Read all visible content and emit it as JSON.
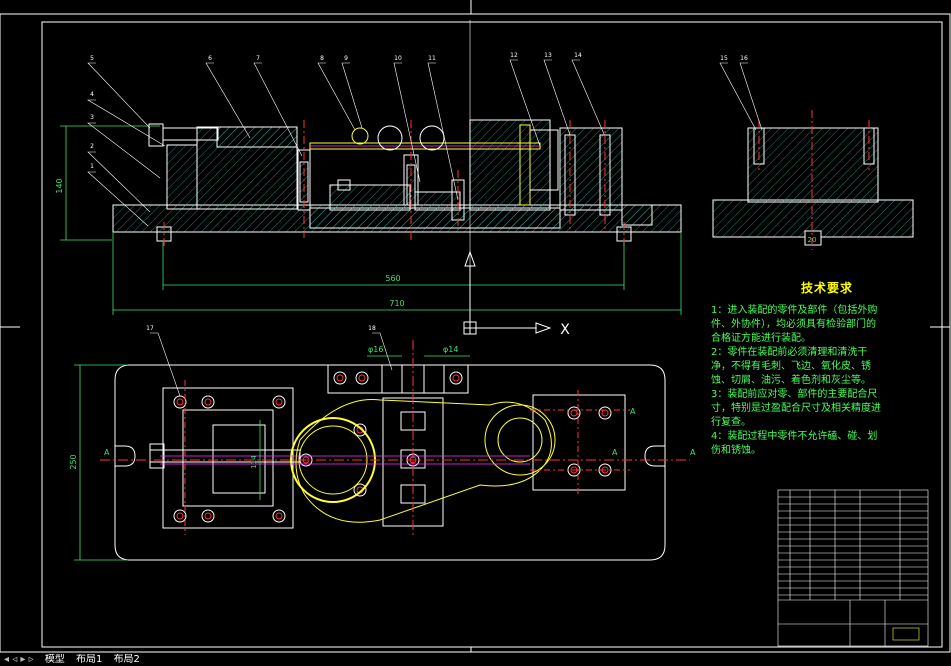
{
  "drawing": {
    "dim_height_front": "140",
    "dim_560": "560",
    "dim_710": "710",
    "dim_250": "250",
    "dim_114": "114",
    "dim_bore_left": "φ16",
    "dim_bore_right": "φ14",
    "side_dim": "20",
    "axis_x": "X",
    "section_mark": "A",
    "balloons_front": [
      "1",
      "2",
      "3",
      "4",
      "5",
      "6",
      "7",
      "8",
      "9",
      "10",
      "11",
      "12",
      "13",
      "14"
    ],
    "balloons_side": [
      "15",
      "16"
    ],
    "balloons_plan": [
      "17",
      "18"
    ]
  },
  "tech_requirements": {
    "title": "技术要求",
    "lines": [
      "1：进入装配的零件及部件（包括外购",
      "件、外协件），均必须具有检验部门的",
      "合格证方能进行装配。",
      "2：零件在装配前必须清理和清洗干",
      "净，不得有毛刺、飞边、氧化皮、锈",
      "蚀、切屑、油污、着色剂和灰尘等。",
      "3：装配前应对零、部件的主要配合尺",
      "寸，特别是过盈配合尺寸及相关精度进",
      "行复查。",
      "4：装配过程中零件不允许磕、碰、划",
      "伤和锈蚀。"
    ]
  },
  "tabs": [
    {
      "label": "模型"
    },
    {
      "label": "布局1"
    },
    {
      "label": "布局2"
    }
  ],
  "tab_nav": "◂ ◃ ▸ ▹",
  "colors": {
    "background": "#000000",
    "outline": "#ffffff",
    "centerline": "#ff3333",
    "hatch": "#2fb3a6",
    "dimension": "#3fe06a",
    "part": "#ffff33",
    "magenta": "#ff33ff",
    "text": "#46ff5a"
  }
}
